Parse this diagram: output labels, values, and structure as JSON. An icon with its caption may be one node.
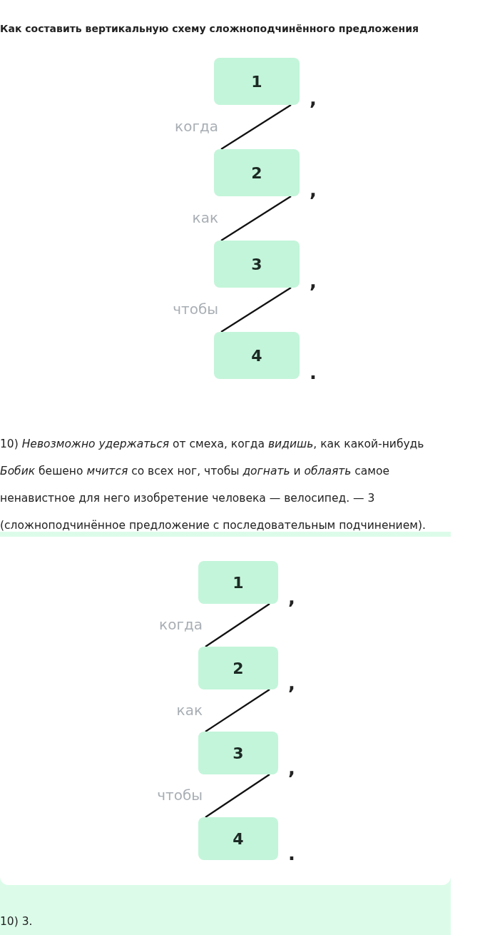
{
  "diagram": {
    "title": "Как составить вертикальную схему сложноподчинённого предложения",
    "nodes": [
      {
        "text": [
          "1"
        ],
        "beside": [
          ","
        ]
      },
      {
        "text": [
          "2"
        ],
        "beside": [
          ","
        ]
      },
      {
        "text": [
          "3"
        ],
        "beside": [
          ","
        ]
      },
      {
        "text": [
          "4"
        ],
        "beside": [
          "."
        ]
      },
      {
        "text": [
          "1"
        ],
        "beside": [
          ","
        ]
      },
      {
        "text": [
          "2"
        ],
        "beside": [
          ","
        ]
      },
      {
        "text": [
          "3"
        ],
        "beside": [
          ","
        ]
      },
      {
        "text": [
          "4"
        ],
        "beside": [
          "."
        ]
      }
    ],
    "edges": [
      {
        "from": 0,
        "to": 1,
        "arrow": "none",
        "label": "когда"
      },
      {
        "from": 1,
        "to": 2,
        "arrow": "none",
        "label": "как"
      },
      {
        "from": 2,
        "to": 3,
        "arrow": "none",
        "label": "чтобы"
      },
      {
        "from": 4,
        "to": 5,
        "arrow": "none",
        "label": "когда"
      },
      {
        "from": 5,
        "to": 6,
        "arrow": "none",
        "label": "как"
      },
      {
        "from": 6,
        "to": 7,
        "arrow": "none",
        "label": "чтобы"
      }
    ],
    "labels": [
      "10) *Невозможно удержаться* от смеха, когда *видишь*, как какой-нибудь *Бобик* бешено *мчится* со всех ног, чтобы *догнать* и *облаять* самое ненавистное для него изобретение человека — велосипед. — 3 (сложноподчинённое предложение с последовательным подчинением).",
      "10) 3."
    ]
  }
}
